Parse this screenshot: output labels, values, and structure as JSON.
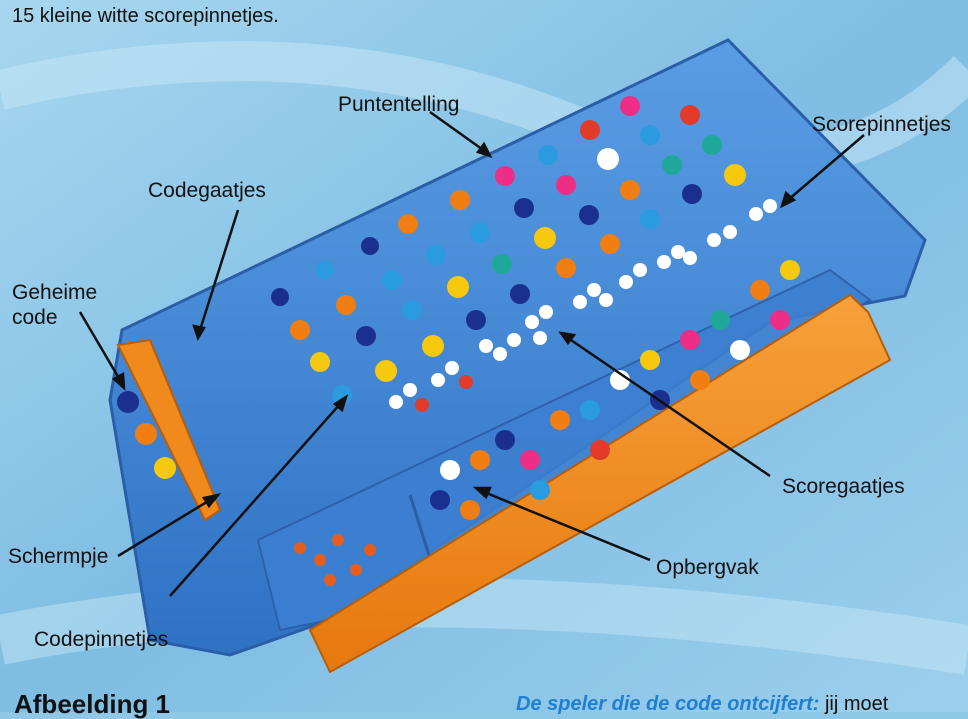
{
  "intro_text": "15 kleine witte scorepinnetjes.",
  "labels": {
    "puntentelling": "Puntentelling",
    "scorepinnetjes": "Scorepinnetjes",
    "codegaatjes": "Codegaatjes",
    "geheime_code": "Geheime\ncode",
    "schermpje": "Schermpje",
    "codepinnetjes": "Codepinnetjes",
    "scoregaatjes": "Scoregaatjes",
    "opbergvak": "Opbergvak"
  },
  "bottom_left_text": "Afbeelding 1",
  "bottom_right": {
    "emphasis": "De speler die de code ontcijfert:",
    "rest": " jij moet"
  },
  "colors": {
    "board": "#3f86d6",
    "tray": "#f08a1c",
    "background": "#8fc7e6"
  },
  "peg_colors": [
    "#1b2f8f",
    "#f07e12",
    "#f6c90e",
    "#ec2e86",
    "#1fa89a",
    "#2b9be0",
    "#e23b2a",
    "#ffffff"
  ]
}
